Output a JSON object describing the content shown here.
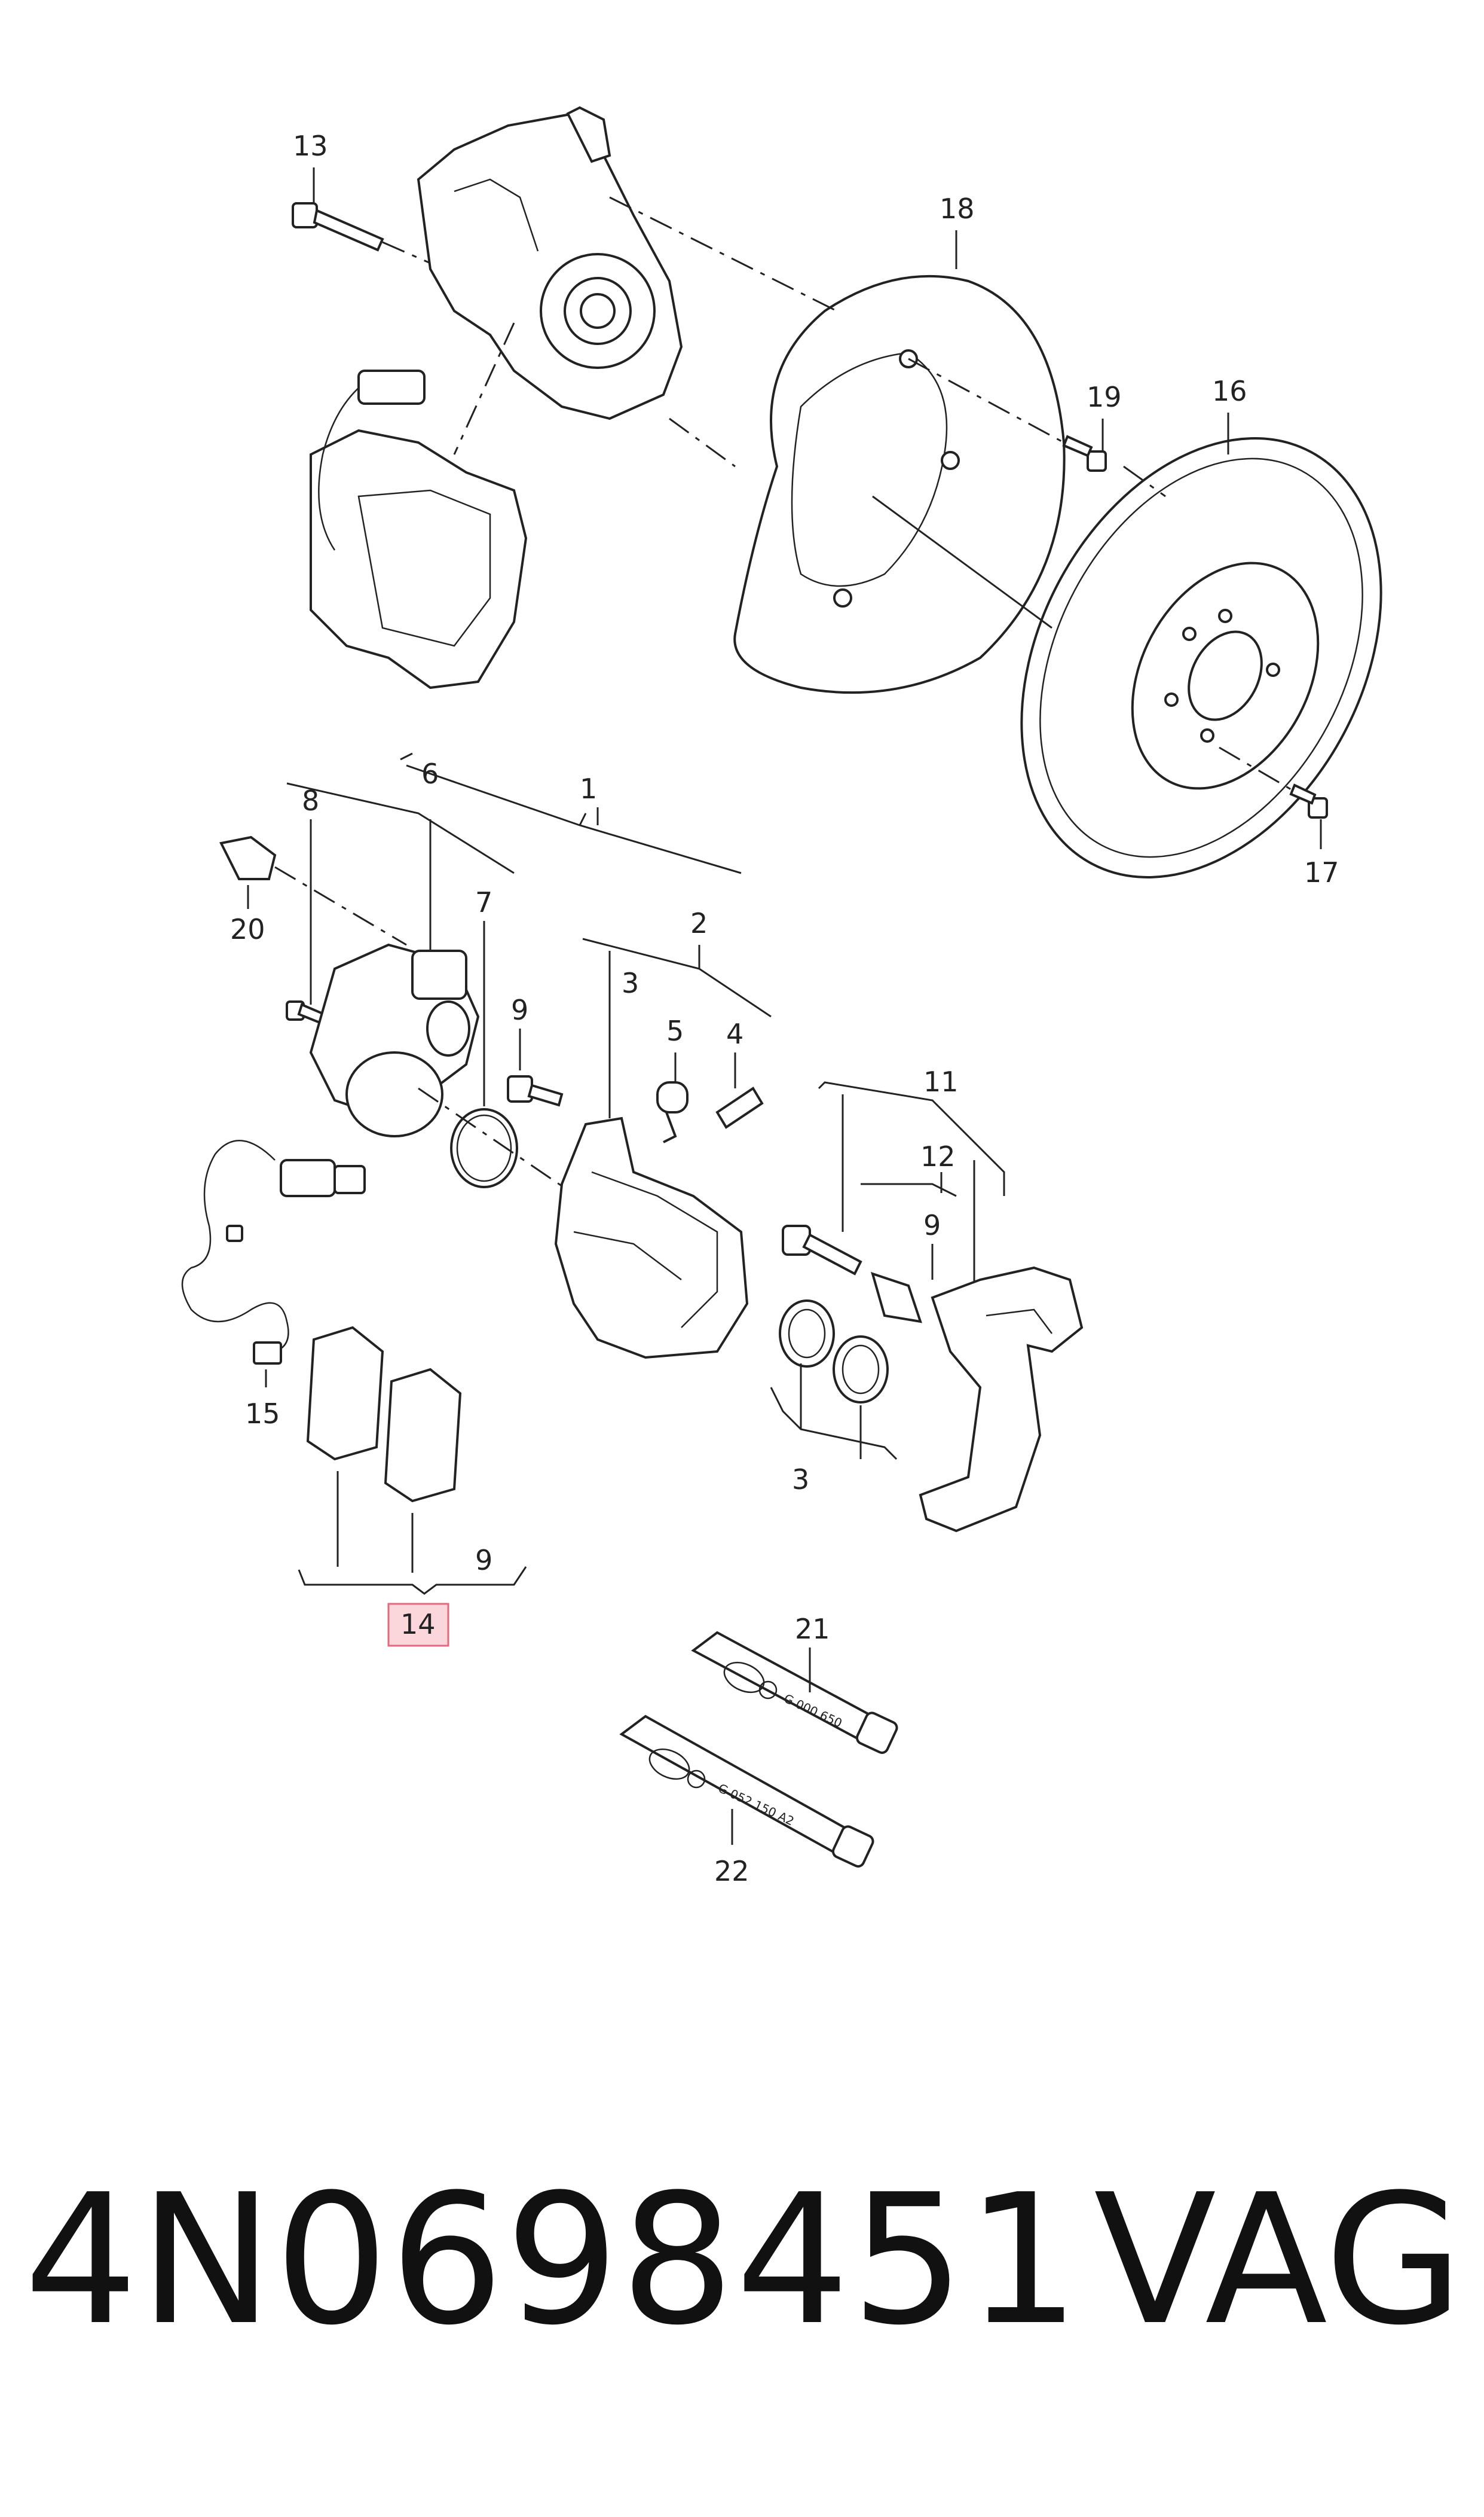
{
  "callouts": {
    "c1": "1",
    "c2": "2",
    "c3a": "3",
    "c3b": "3",
    "c4": "4",
    "c5": "5",
    "c6": "6",
    "c7": "7",
    "c8": "8",
    "c9a": "9",
    "c9b": "9",
    "c9c": "9",
    "c11": "11",
    "c12": "12",
    "c13": "13",
    "c14": "14",
    "c15": "15",
    "c16": "16",
    "c17": "17",
    "c18": "18",
    "c19": "19",
    "c20": "20",
    "c21": "21",
    "c22": "22"
  },
  "tubes": {
    "tube21_text": "G 000 650",
    "tube22_text": "G 052 150 A2"
  },
  "footer": {
    "part_number": "4N0698451",
    "brand": "VAG"
  },
  "colors": {
    "highlight_fill": "#fbd7dc",
    "highlight_stroke": "#e06a80"
  }
}
